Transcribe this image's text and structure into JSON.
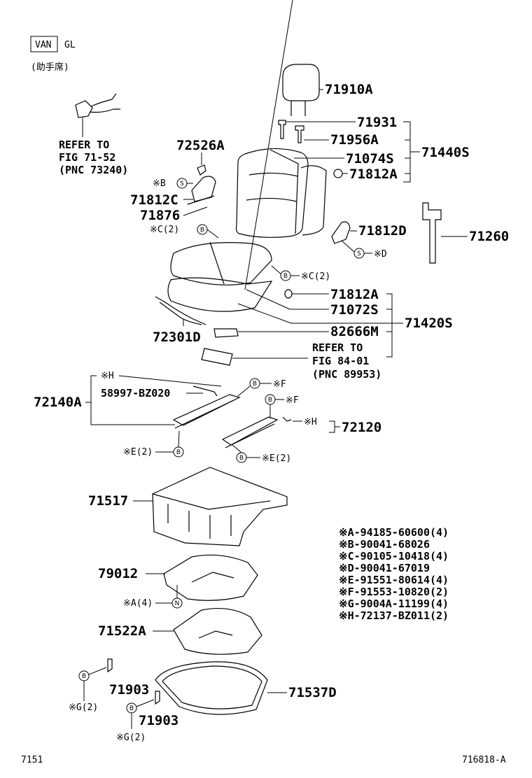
{
  "badge": {
    "van": "VAN",
    "grade": "GL",
    "seat": "(助手席)"
  },
  "ref1": {
    "line1": "REFER TO",
    "line2": "FIG 71-52",
    "line3": "(PNC 73240)"
  },
  "ref2": {
    "line1": "REFER TO",
    "line2": "FIG 84-01",
    "line3": "(PNC 89953)"
  },
  "parts": {
    "p71910A": "71910A",
    "p71931": "71931",
    "p71956A": "71956A",
    "p71074S": "71074S",
    "p71812A_top": "71812A",
    "p71440S": "71440S",
    "p72526A": "72526A",
    "p71812C": "71812C",
    "p71876": "71876",
    "p71812D": "71812D",
    "p71260": "71260",
    "p71812A_mid": "71812A",
    "p71072S": "71072S",
    "p71420S": "71420S",
    "p82666M": "82666M",
    "p72301D": "72301D",
    "p58997": "58997-BZ020",
    "p72140A": "72140A",
    "p72120": "72120",
    "p71517": "71517",
    "p79012": "79012",
    "p71522A": "71522A",
    "p71903a": "71903",
    "p71903b": "71903",
    "p71537D": "71537D"
  },
  "notes": {
    "sB": "※B",
    "sC2a": "※C(2)",
    "sC2b": "※C(2)",
    "sD": "※D",
    "sH1": "※H",
    "sF1": "※F",
    "sF2": "※F",
    "sH2": "※H",
    "sE2a": "※E(2)",
    "sE2b": "※E(2)",
    "sA4": "※A(4)",
    "sG2a": "※G(2)",
    "sG2b": "※G(2)"
  },
  "circles": {
    "S": "S",
    "B": "B",
    "N": "N"
  },
  "legend": [
    "※A-94185-60600(4)",
    "※B-90041-68026",
    "※C-90105-10418(4)",
    "※D-90041-67019",
    "※E-91551-80614(4)",
    "※F-91553-10820(2)",
    "※G-9004A-11199(4)",
    "※H-72137-BZ011(2)"
  ],
  "footer": {
    "left": "7151",
    "right": "716818-A"
  }
}
